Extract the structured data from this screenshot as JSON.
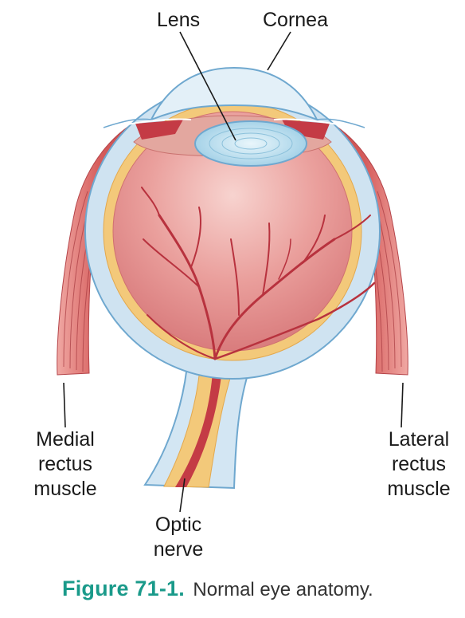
{
  "labels": {
    "lens": "Lens",
    "cornea": "Cornea",
    "medial_rectus": "Medial\nrectus\nmuscle",
    "lateral_rectus": "Lateral\nrectus\nmuscle",
    "optic_nerve": "Optic\nnerve"
  },
  "caption": {
    "number": "Figure 71-1.",
    "text": "Normal eye anatomy."
  },
  "colors": {
    "sclera": "#cfe3f1",
    "sclera_outline": "#6fa8cf",
    "interior": "#e69c9c",
    "vessel": "#b8323e",
    "retina_band": "#f3c97a",
    "muscle": "#d9615f",
    "lens": "#bfe0ef",
    "caption_accent": "#1a9a8a"
  }
}
